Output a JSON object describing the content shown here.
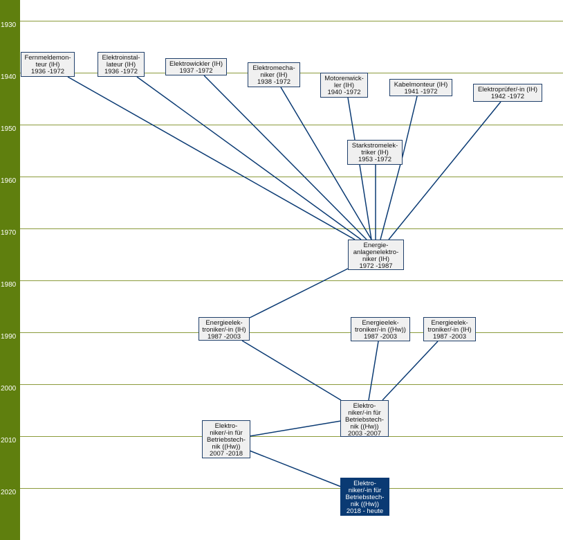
{
  "years": [
    "1930",
    "1940",
    "1950",
    "1960",
    "1970",
    "1980",
    "1990",
    "2000",
    "2010",
    "2020"
  ],
  "nodes": {
    "fernmelde": {
      "lines": [
        "Fernmeldemon-",
        "teur (IH)",
        "1936 -1972"
      ]
    },
    "installateur": {
      "lines": [
        "Elektroinstal-",
        "lateur (IH)",
        "1936 -1972"
      ]
    },
    "wickler": {
      "lines": [
        "Elektrowickler (IH)",
        "1937 -1972"
      ]
    },
    "mechaniker": {
      "lines": [
        "Elektromecha-",
        "niker (IH)",
        "1938 -1972"
      ]
    },
    "motoren": {
      "lines": [
        "Motorenwick-",
        "ler (IH)",
        "1940 -1972"
      ]
    },
    "kabel": {
      "lines": [
        "Kabelmonteur (IH)",
        "1941 -1972"
      ]
    },
    "pruefer": {
      "lines": [
        "Elektroprüfer/-in (IH)",
        "1942 -1972"
      ]
    },
    "stark": {
      "lines": [
        "Starkstromelek-",
        "triker (IH)",
        "1953 -1972"
      ]
    },
    "energieanl": {
      "lines": [
        "Energie-",
        "anlagenelektro-",
        "niker (IH)",
        "1972 -1987"
      ]
    },
    "ee_ih1": {
      "lines": [
        "Energieelek-",
        "troniker/-in (IH)",
        "1987 -2003"
      ]
    },
    "ee_hw": {
      "lines": [
        "Energieelek-",
        "troniker/-in ((Hw))",
        "1987 -2003"
      ]
    },
    "ee_ih2": {
      "lines": [
        "Energieelek-",
        "troniker/-in (IH)",
        "1987 -2003"
      ]
    },
    "eb_2003": {
      "lines": [
        "Elektro-",
        "niker/-in für",
        "Betriebstech-",
        "nik ((Hw))",
        "2003 -2007"
      ]
    },
    "eb_2007": {
      "lines": [
        "Elektro-",
        "niker/-in für",
        "Betriebstech-",
        "nik ((Hw))",
        "2007 -2018"
      ]
    },
    "eb_2018": {
      "lines": [
        "Elektro-",
        "niker/-in für",
        "Betriebstech-",
        "nik ((Hw))",
        "2018 - heute"
      ]
    }
  },
  "colors": {
    "sidebar": "#5f7f0e",
    "link": "#0a3a73",
    "current_node": "#0a3a73"
  }
}
